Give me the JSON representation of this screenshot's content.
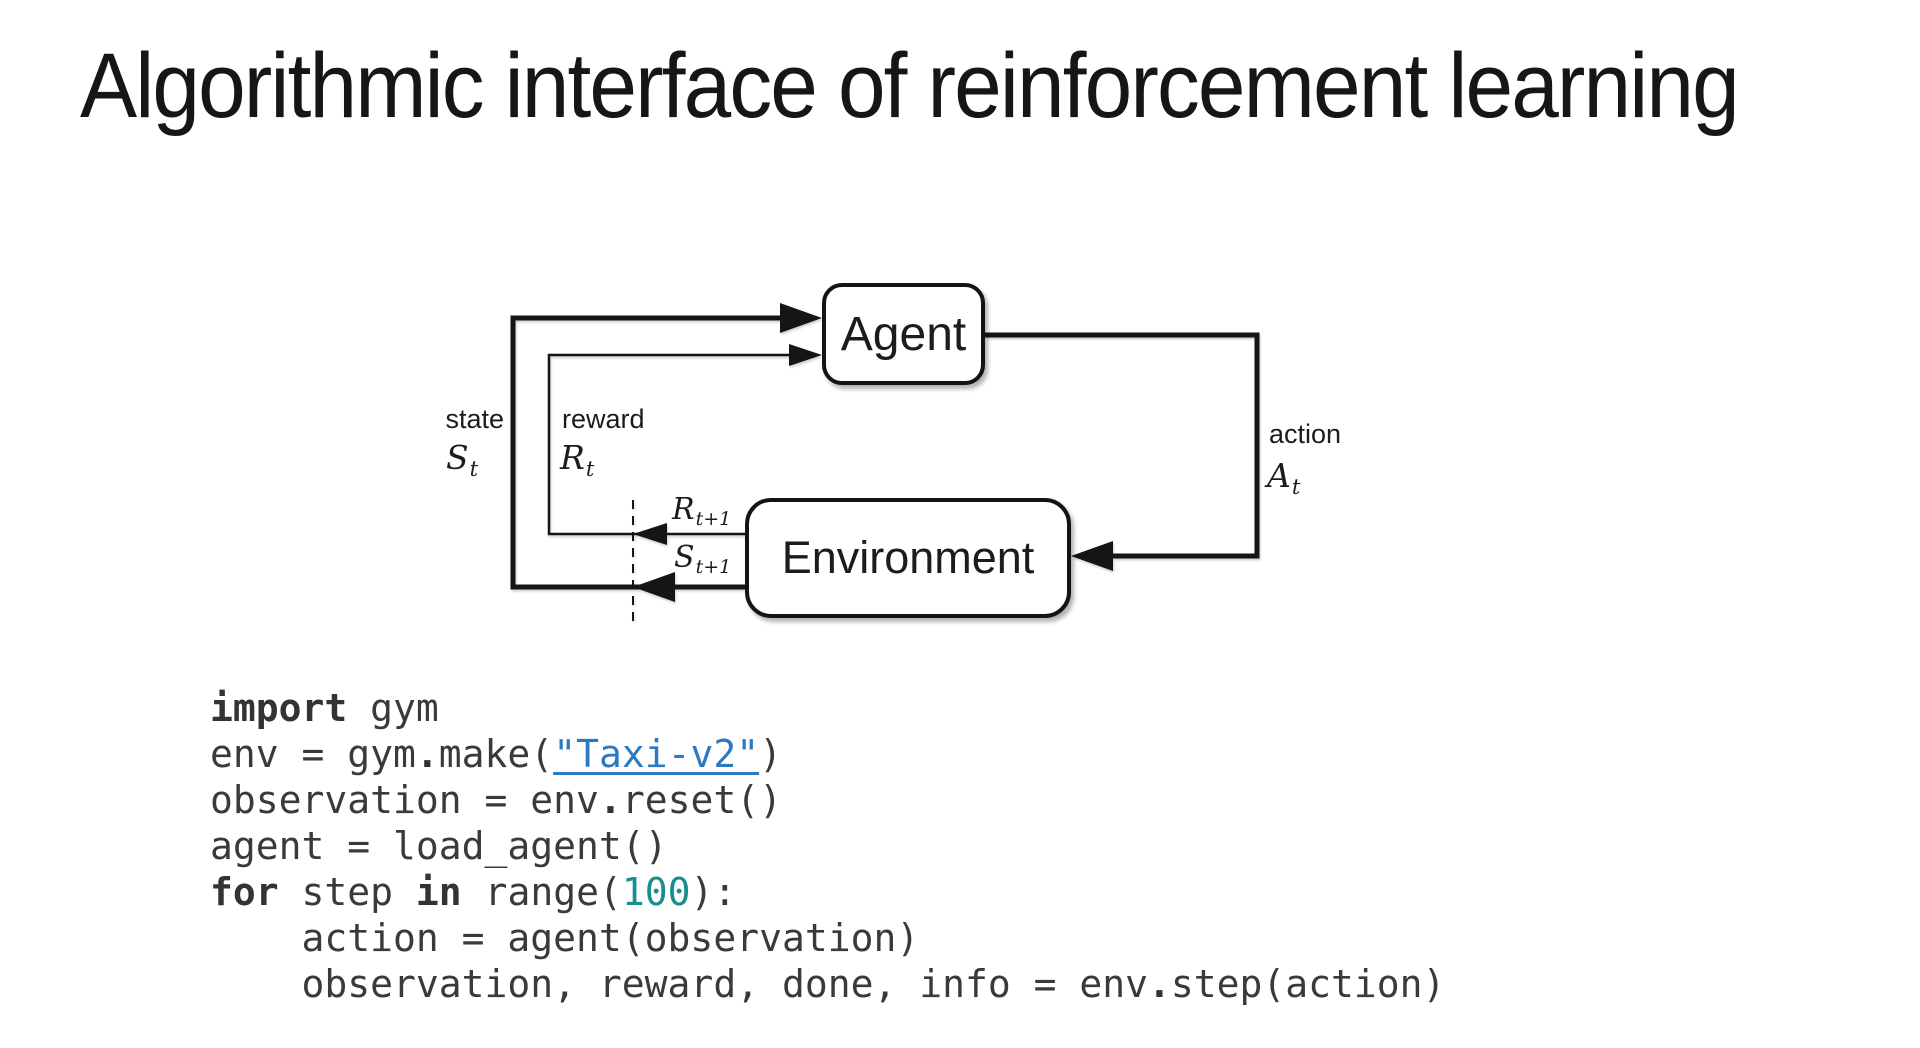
{
  "title": "Algorithmic interface of reinforcement learning",
  "diagram": {
    "agent_label": "Agent",
    "environment_label": "Environment",
    "state_word": "state",
    "reward_word": "reward",
    "action_word": "action",
    "state_sym": {
      "base": "S",
      "sub": "t"
    },
    "reward_sym": {
      "base": "R",
      "sub": "t"
    },
    "action_sym": {
      "base": "A",
      "sub": "t"
    },
    "reward_next_sym": {
      "base": "R",
      "sub": "t+1"
    },
    "state_next_sym": {
      "base": "S",
      "sub": "t+1"
    }
  },
  "code": {
    "colors": {
      "text": "#3a3a3a",
      "keyword": "#333333",
      "string_link": "#2b7ac1",
      "number": "#188e8e"
    },
    "lines": [
      [
        {
          "t": "import",
          "s": "kw"
        },
        {
          "t": " gym",
          "s": "p"
        }
      ],
      [
        {
          "t": "env = gym",
          "s": "p"
        },
        {
          "t": ".",
          "s": "dot"
        },
        {
          "t": "make(",
          "s": "p"
        },
        {
          "t": "\"Taxi-v2\"",
          "s": "str",
          "name": "taxi-v2-link",
          "interactable": true
        },
        {
          "t": ")",
          "s": "p"
        }
      ],
      [
        {
          "t": "observation = env",
          "s": "p"
        },
        {
          "t": ".",
          "s": "dot"
        },
        {
          "t": "reset()",
          "s": "p"
        }
      ],
      [
        {
          "t": "agent = load_agent()",
          "s": "p"
        }
      ],
      [
        {
          "t": "for",
          "s": "kw"
        },
        {
          "t": " step ",
          "s": "p"
        },
        {
          "t": "in",
          "s": "kw"
        },
        {
          "t": " range(",
          "s": "p"
        },
        {
          "t": "100",
          "s": "num"
        },
        {
          "t": "):",
          "s": "p"
        }
      ],
      [
        {
          "t": "    action = agent(observation)",
          "s": "p"
        }
      ],
      [
        {
          "t": "    observation, reward, done, info = env",
          "s": "p"
        },
        {
          "t": ".",
          "s": "dot"
        },
        {
          "t": "step(action)",
          "s": "p"
        }
      ]
    ]
  }
}
